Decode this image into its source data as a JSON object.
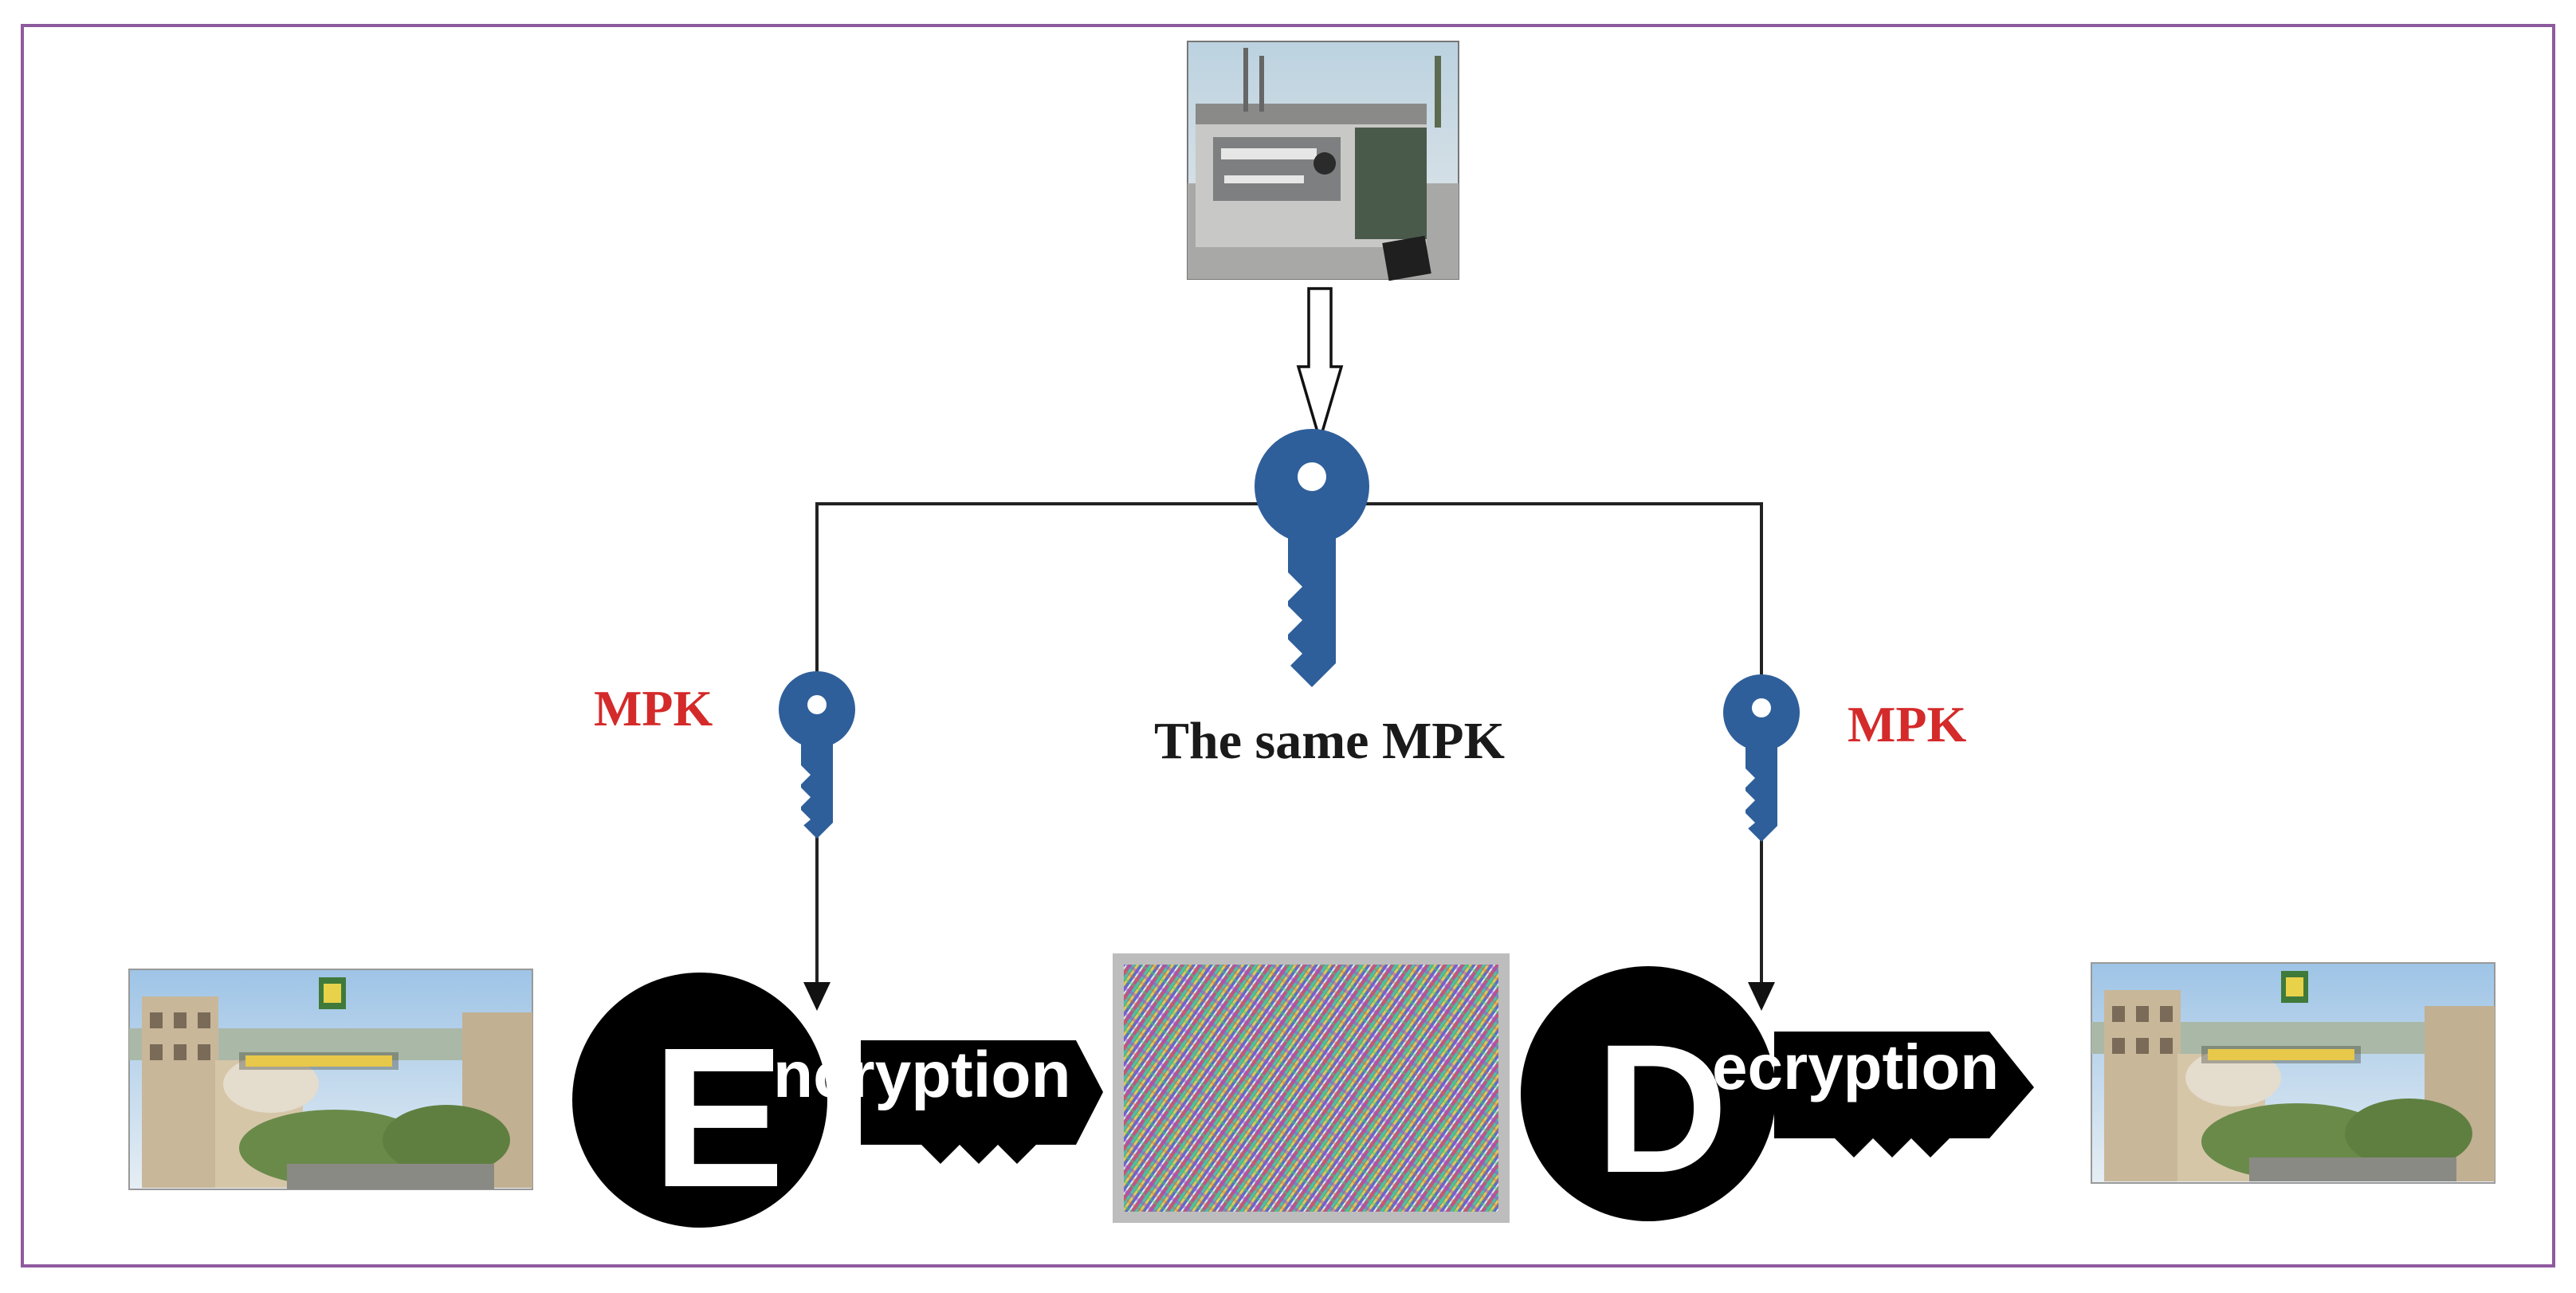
{
  "labels": {
    "mpk_left": "MPK",
    "mpk_right": "MPK",
    "same_mpk": "The same MPK",
    "encryption_initial": "E",
    "encryption_rest": "ncryption",
    "decryption_initial": "D",
    "decryption_rest": "ecryption"
  },
  "colors": {
    "frame": "#8e5a9e",
    "mpk_label": "#d42a2a",
    "key": "#2f5f9a",
    "text_dark": "#1a1a1a",
    "connector": "#222222",
    "black_key": "#000000"
  },
  "icons": {
    "master_key": "key-icon",
    "left_key": "key-icon",
    "right_key": "key-icon",
    "down_arrow": "hollow-down-arrow-icon",
    "encryption_key": "encryption-key-icon",
    "decryption_key": "decryption-key-icon"
  },
  "images": {
    "top": "campus-gate-photo",
    "left": "original-campus-photo",
    "center": "encrypted-noise-image",
    "right": "decrypted-campus-photo"
  }
}
